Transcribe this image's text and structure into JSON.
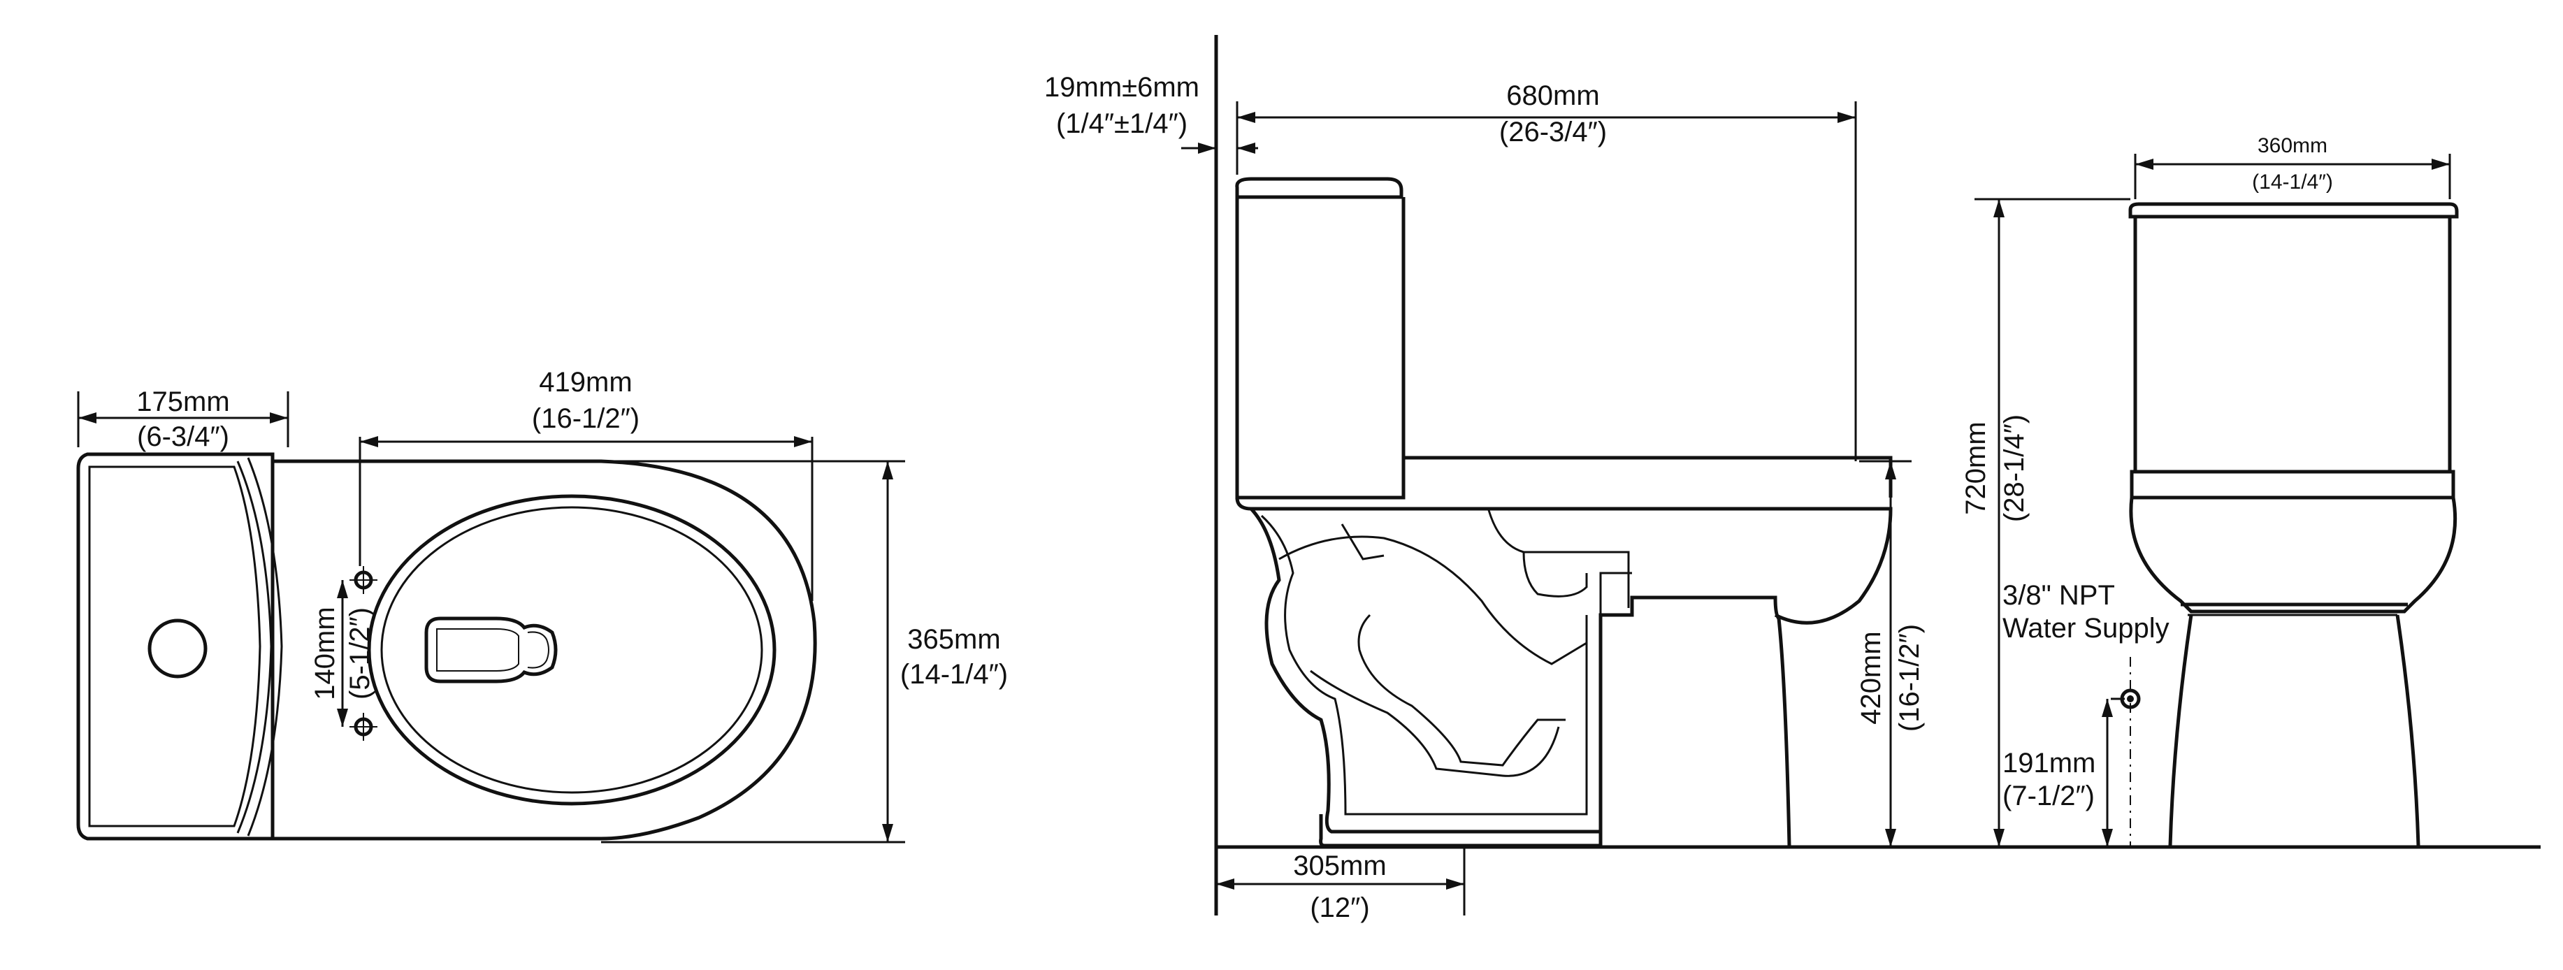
{
  "top_view": {
    "tank_depth_mm": "175mm",
    "tank_depth_in": "(6-3/4″)",
    "length_mm": "419mm",
    "length_in": "(16-1/2″)",
    "width_mm": "365mm",
    "width_in": "(14-1/4″)",
    "bolt_spacing_mm": "140mm",
    "bolt_spacing_in": "(5-1/2″)"
  },
  "side_view": {
    "wall_gap_mm": "19mm±6mm",
    "wall_gap_in": "(1/4″±1/4″)",
    "total_length_mm": "680mm",
    "total_length_in": "(26-3/4″)",
    "rough_in_mm": "305mm",
    "rough_in_in": "(12″)",
    "bowl_height_mm": "420mm",
    "bowl_height_in": "(16-1/2″)"
  },
  "front_view": {
    "width_mm": "360mm",
    "width_in": "(14-1/4″)",
    "height_mm": "720mm",
    "height_in": "(28-1/4″)",
    "supply_line1": "3/8\" NPT",
    "supply_line2": "Water Supply",
    "supply_height_mm": "191mm",
    "supply_height_in": "(7-1/2″)"
  }
}
